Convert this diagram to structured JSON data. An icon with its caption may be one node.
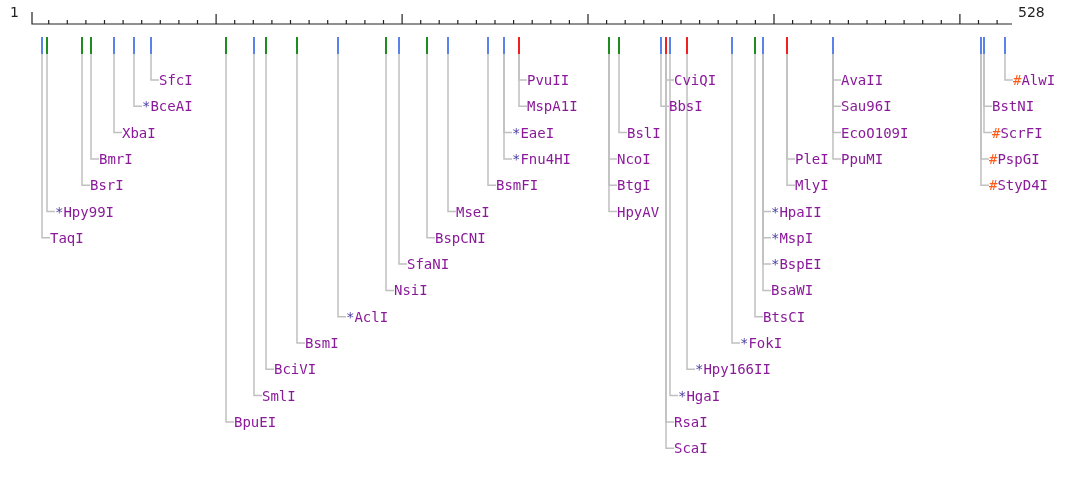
{
  "diagram": {
    "nodes": [
      {
        "text": [],
        "shape": "bar"
      },
      {
        "text": [],
        "shape": "bar"
      },
      {
        "text": [],
        "shape": "bar"
      },
      {
        "text": [],
        "shape": "bar"
      },
      {
        "text": [],
        "shape": "bar"
      },
      {
        "text": [],
        "shape": "bar"
      },
      {
        "text": [],
        "shape": "bar"
      },
      {
        "text": [],
        "shape": "bar"
      },
      {
        "text": [],
        "shape": "bar"
      },
      {
        "text": [],
        "shape": "bar"
      },
      {
        "text": [],
        "shape": "bar"
      },
      {
        "text": [],
        "shape": "bar"
      },
      {
        "text": [],
        "shape": "bar"
      },
      {
        "text": [],
        "shape": "bar"
      },
      {
        "text": [],
        "shape": "bar"
      },
      {
        "text": [],
        "shape": "bar"
      },
      {
        "text": [],
        "shape": "bar"
      },
      {
        "text": [],
        "shape": "bar"
      },
      {
        "text": [],
        "shape": "bar"
      },
      {
        "text": [],
        "shape": "bar"
      },
      {
        "text": [],
        "shape": "bar"
      },
      {
        "text": [],
        "shape": "bar"
      },
      {
        "text": [],
        "shape": "bar"
      },
      {
        "text": [],
        "shape": "bar"
      },
      {
        "text": [],
        "shape": "bar"
      },
      {
        "text": [],
        "shape": "bar"
      },
      {
        "text": [],
        "shape": "bar"
      },
      {
        "text": [],
        "shape": "bar"
      },
      {
        "text": [],
        "shape": "bar"
      },
      {
        "text": [],
        "shape": "bar"
      },
      {
        "text": [],
        "shape": "bar"
      },
      {
        "text": [],
        "shape": "bar"
      },
      {
        "text": [],
        "shape": "bar"
      },
      {
        "text": [
          "TaqI"
        ]
      },
      {
        "text": [
          "*Hpy99I"
        ]
      },
      {
        "text": [
          "BsrI"
        ]
      },
      {
        "text": [
          "BmrI"
        ]
      },
      {
        "text": [
          "XbaI"
        ]
      },
      {
        "text": [
          "*BceAI"
        ]
      },
      {
        "text": [
          "SfcI"
        ]
      },
      {
        "text": [
          "BpuEI"
        ]
      },
      {
        "text": [
          "SmlI"
        ]
      },
      {
        "text": [
          "BciVI"
        ]
      },
      {
        "text": [
          "BsmI"
        ]
      },
      {
        "text": [
          "*AclI"
        ]
      },
      {
        "text": [
          "NsiI"
        ]
      },
      {
        "text": [
          "SfaNI"
        ]
      },
      {
        "text": [
          "BspCNI"
        ]
      },
      {
        "text": [
          "MseI"
        ]
      },
      {
        "text": [
          "BsmFI"
        ]
      },
      {
        "text": [
          "*EaeI"
        ]
      },
      {
        "text": [
          "*Fnu4HI"
        ]
      },
      {
        "text": [
          "PvuII"
        ]
      },
      {
        "text": [
          "MspA1I"
        ]
      },
      {
        "text": [
          "NcoI"
        ]
      },
      {
        "text": [
          "BtgI"
        ]
      },
      {
        "text": [
          "HpyAV"
        ]
      },
      {
        "text": [
          "BslI"
        ]
      },
      {
        "text": [
          "BbsI"
        ]
      },
      {
        "text": [
          "CviQI"
        ]
      },
      {
        "text": [
          "RsaI"
        ]
      },
      {
        "text": [
          "ScaI"
        ]
      },
      {
        "text": [
          "*HgaI"
        ]
      },
      {
        "text": [
          "*Hpy166II"
        ]
      },
      {
        "text": [
          "*FokI"
        ]
      },
      {
        "text": [
          "BtsCI"
        ]
      },
      {
        "text": [
          "*HpaII"
        ]
      },
      {
        "text": [
          "*MspI"
        ]
      },
      {
        "text": [
          "*BspEI"
        ]
      },
      {
        "text": [
          "BsaWI"
        ]
      },
      {
        "text": [
          "PleI"
        ]
      },
      {
        "text": [
          "MlyI"
        ]
      },
      {
        "text": [
          "AvaII"
        ]
      },
      {
        "text": [
          "Sau96I"
        ]
      },
      {
        "text": [
          "EcoO109I"
        ]
      },
      {
        "text": [
          "PpuMI"
        ]
      },
      {
        "text": [
          "#PspGI"
        ]
      },
      {
        "text": [
          "#StyD4I"
        ]
      },
      {
        "text": [
          "BstNI"
        ]
      },
      {
        "text": [
          "#ScrFI"
        ]
      },
      {
        "text": [
          "#AlwI"
        ]
      }
    ],
    "edges": [
      {
        "from": 33,
        "to": 0,
        "arrow": "none"
      },
      {
        "from": 34,
        "to": 1,
        "arrow": "none"
      },
      {
        "from": 35,
        "to": 2,
        "arrow": "none"
      },
      {
        "from": 36,
        "to": 3,
        "arrow": "none"
      },
      {
        "from": 37,
        "to": 4,
        "arrow": "none"
      },
      {
        "from": 38,
        "to": 5,
        "arrow": "none"
      },
      {
        "from": 39,
        "to": 6,
        "arrow": "none"
      },
      {
        "from": 40,
        "to": 7,
        "arrow": "none"
      },
      {
        "from": 41,
        "to": 8,
        "arrow": "none"
      },
      {
        "from": 42,
        "to": 9,
        "arrow": "none"
      },
      {
        "from": 43,
        "to": 10,
        "arrow": "none"
      },
      {
        "from": 44,
        "to": 11,
        "arrow": "none"
      },
      {
        "from": 45,
        "to": 12,
        "arrow": "none"
      },
      {
        "from": 46,
        "to": 13,
        "arrow": "none"
      },
      {
        "from": 47,
        "to": 14,
        "arrow": "none"
      },
      {
        "from": 48,
        "to": 15,
        "arrow": "none"
      },
      {
        "from": 49,
        "to": 16,
        "arrow": "none"
      },
      {
        "from": 50,
        "to": 17,
        "arrow": "none"
      },
      {
        "from": 51,
        "to": 17,
        "arrow": "none"
      },
      {
        "from": 52,
        "to": 18,
        "arrow": "none"
      },
      {
        "from": 53,
        "to": 18,
        "arrow": "none"
      },
      {
        "from": 54,
        "to": 19,
        "arrow": "none"
      },
      {
        "from": 55,
        "to": 19,
        "arrow": "none"
      },
      {
        "from": 56,
        "to": 19,
        "arrow": "none"
      },
      {
        "from": 57,
        "to": 20,
        "arrow": "none"
      },
      {
        "from": 58,
        "to": 21,
        "arrow": "none"
      },
      {
        "from": 59,
        "to": 22,
        "arrow": "none"
      },
      {
        "from": 60,
        "to": 22,
        "arrow": "none"
      },
      {
        "from": 61,
        "to": 22,
        "arrow": "none"
      },
      {
        "from": 62,
        "to": 23,
        "arrow": "none"
      },
      {
        "from": 63,
        "to": 24,
        "arrow": "none"
      },
      {
        "from": 64,
        "to": 25,
        "arrow": "none"
      },
      {
        "from": 65,
        "to": 26,
        "arrow": "none"
      },
      {
        "from": 66,
        "to": 27,
        "arrow": "none"
      },
      {
        "from": 67,
        "to": 27,
        "arrow": "none"
      },
      {
        "from": 68,
        "to": 27,
        "arrow": "none"
      },
      {
        "from": 69,
        "to": 27,
        "arrow": "none"
      },
      {
        "from": 70,
        "to": 28,
        "arrow": "none"
      },
      {
        "from": 71,
        "to": 28,
        "arrow": "none"
      },
      {
        "from": 72,
        "to": 29,
        "arrow": "none"
      },
      {
        "from": 73,
        "to": 29,
        "arrow": "none"
      },
      {
        "from": 74,
        "to": 29,
        "arrow": "none"
      },
      {
        "from": 75,
        "to": 29,
        "arrow": "none"
      },
      {
        "from": 76,
        "to": 30,
        "arrow": "none"
      },
      {
        "from": 77,
        "to": 30,
        "arrow": "none"
      },
      {
        "from": 78,
        "to": 31,
        "arrow": "none"
      },
      {
        "from": 79,
        "to": 31,
        "arrow": "none"
      },
      {
        "from": 80,
        "to": 32,
        "arrow": "none"
      }
    ],
    "labels": [
      "1",
      "528"
    ]
  }
}
